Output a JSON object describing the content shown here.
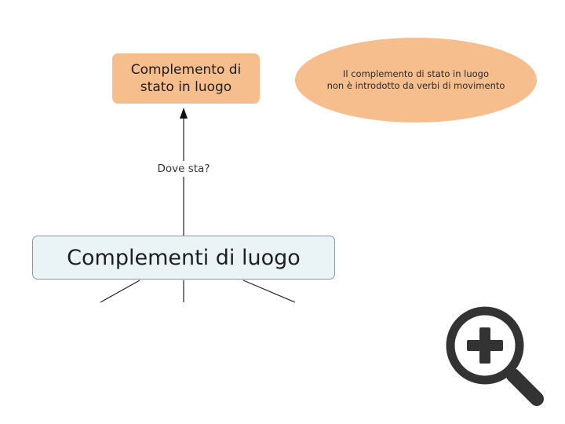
{
  "nodes": {
    "stato": {
      "line1": "Complemento di",
      "line2": "stato in luogo"
    },
    "main": {
      "label": "Complementi di luogo"
    }
  },
  "note": {
    "line1": "Il complemento di stato in luogo",
    "line2": "non è introdotto da verbi di movimento"
  },
  "links": {
    "dove_sta": "Dove sta?"
  },
  "icons": {
    "zoom": "zoom-in-icon"
  },
  "colors": {
    "node_orange": "#f7be8d",
    "main_node_fill": "#eaf3f6",
    "main_node_border": "#8a9aa0",
    "icon_dark": "#333333"
  }
}
